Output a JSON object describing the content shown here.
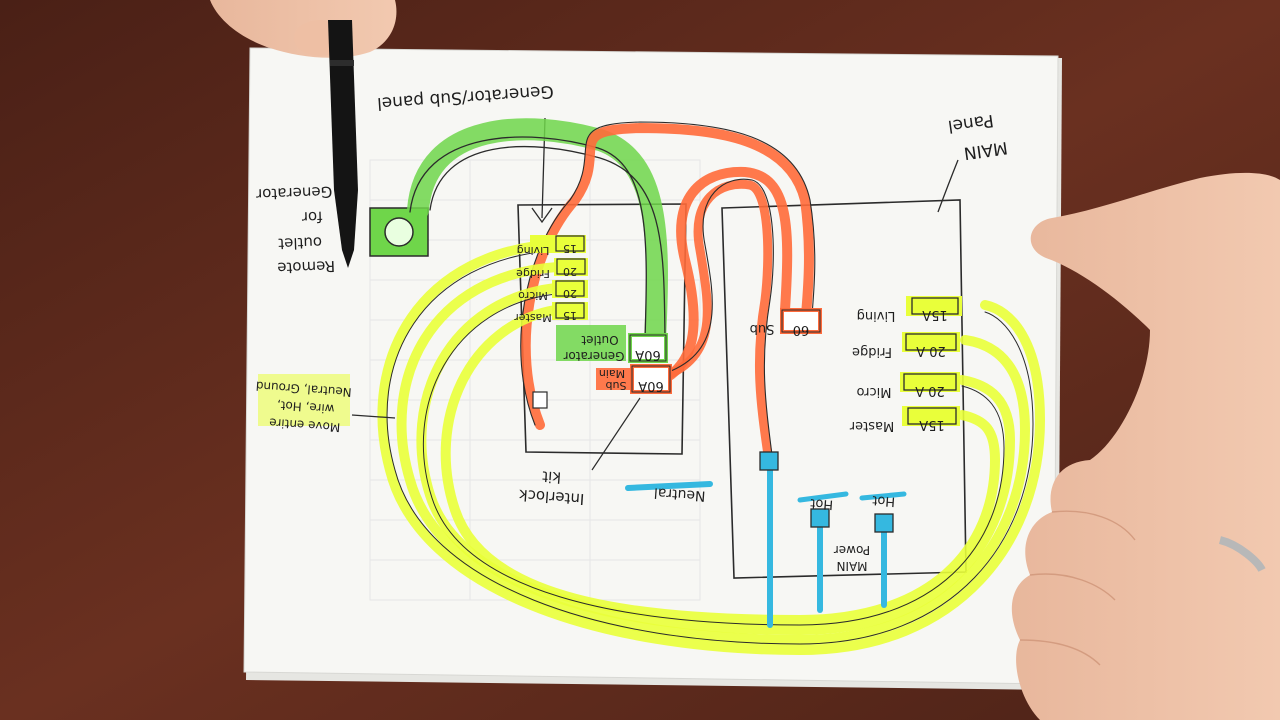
{
  "diagram": {
    "main_panel_label": [
      "MAIN",
      "Panel"
    ],
    "generator_subpanel_label": "Generator/Sub panel",
    "remote_outlet_label": [
      "Remote",
      "outlet",
      "for",
      "Generator"
    ],
    "subpanel_breakers": [
      {
        "circuit": "Living",
        "amps": "15"
      },
      {
        "circuit": "Fridge",
        "amps": "20"
      },
      {
        "circuit": "Micro",
        "amps": "20"
      },
      {
        "circuit": "Master",
        "amps": "15"
      }
    ],
    "generator_outlet_label": [
      "Generator",
      "Outlet"
    ],
    "generator_breaker": "60A",
    "sub_main_label": [
      "Sub",
      "Main"
    ],
    "sub_main_breaker": "60A",
    "interlock_label": [
      "Interlock",
      "kit"
    ],
    "move_wire_label": [
      "Move entire",
      "wire, Hot,",
      "Neutral, Ground"
    ],
    "main_breakers": [
      {
        "circuit": "Living",
        "amps": "15A"
      },
      {
        "circuit": "Fridge",
        "amps": "20 A"
      },
      {
        "circuit": "Micro",
        "amps": "20 A"
      },
      {
        "circuit": "Master",
        "amps": "15A"
      }
    ],
    "sub_feed_label": "Sub",
    "sub_feed_breaker": "60",
    "neutral_label": "Neutral",
    "hot_labels": [
      "Hot",
      "Hot"
    ],
    "main_power_label": [
      "MAIN",
      "Power"
    ],
    "colors": {
      "green": "#6fd64a",
      "orange": "#ff6a3a",
      "yellow": "#e9ff3a",
      "blue": "#35b8e0",
      "paper": "#f6f6f3",
      "table": "#5a2a1c"
    }
  }
}
